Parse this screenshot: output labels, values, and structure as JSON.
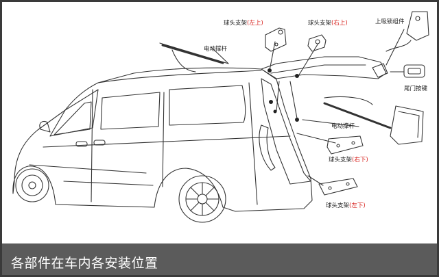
{
  "labels": {
    "ball_top_left": {
      "text": "球头支架",
      "paren_open": "(",
      "pos": "左上",
      "paren_close": ")"
    },
    "ball_top_right": {
      "text": "球头支架",
      "paren_open": "(",
      "pos": "右上",
      "paren_close": ")"
    },
    "suction_lock": "上吸锁组件",
    "strut_upper": "电动撑杆",
    "tail_button": "尾门按键",
    "strut_lower": "电动撑杆",
    "ball_bottom_right": {
      "text": "球头支架",
      "paren_open": "(",
      "pos": "右下",
      "paren_close": ")"
    },
    "ball_bottom_left": {
      "text": "球头支架",
      "paren_open": "(",
      "pos": "左下",
      "paren_close": ")"
    }
  },
  "caption": "各部件在车内各安装位置",
  "colors": {
    "accent": "#d8231f",
    "caption_bg": "#5b5b5b",
    "line": "#333333",
    "frame": "#3a3a3a"
  }
}
